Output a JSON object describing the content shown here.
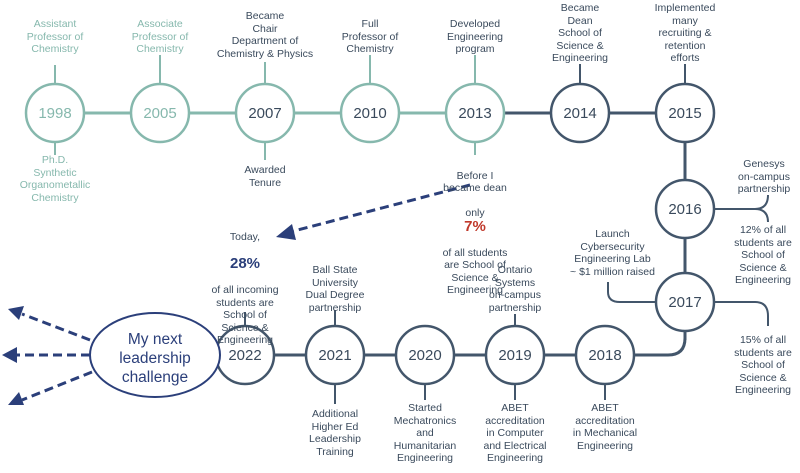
{
  "colors": {
    "faded": "#86b8ad",
    "dark": "#3a4a5c",
    "line": "#43566b",
    "accent_blue": "#2b3f7a",
    "accent_red": "#c0392b"
  },
  "milestones": [
    {
      "year": "1998",
      "above": "Assistant\nProfessor of\nChemistry",
      "below": "Ph.D.\nSynthetic\nOrganometallic\nChemistry"
    },
    {
      "year": "2005",
      "above": "Associate\nProfessor of\nChemistry"
    },
    {
      "year": "2007",
      "above": "Became\nChair\nDepartment of\nChemistry & Physics",
      "below": "Awarded\nTenure"
    },
    {
      "year": "2010",
      "above": "Full\nProfessor of\nChemistry"
    },
    {
      "year": "2013",
      "above": "Developed\nEngineering\nprogram",
      "below_pre": "Before I\nbecame dean",
      "below_only": "only",
      "below_pct": "7%",
      "below_post": "of all students\nare School of\nScience &\nEngineering"
    },
    {
      "year": "2014",
      "above": "Became\nDean\nSchool of\nScience &\nEngineering"
    },
    {
      "year": "2015",
      "above": "Implemented\nmany\nrecruiting &\nretention\nefforts"
    },
    {
      "year": "2016",
      "right_top": "Genesys\non-campus\npartnership",
      "right_bottom": "12% of all\nstudents are\nSchool of\nScience &\nEngineering"
    },
    {
      "year": "2017",
      "left": "Launch\nCybersecurity\nEngineering Lab\n~ $1 million raised",
      "right_bottom": "15% of all\nstudents are\nSchool of\nScience &\nEngineering"
    },
    {
      "year": "2018",
      "below": "ABET\naccreditation\nin Mechanical\nEngineering"
    },
    {
      "year": "2019",
      "above": "Ontario\nSystems\non-campus\npartnership",
      "below": "ABET\naccreditation\nin Computer\nand Electrical\nEngineering"
    },
    {
      "year": "2020",
      "below": "Started\nMechatronics\nand\nHumanitarian\nEngineering"
    },
    {
      "year": "2021",
      "above": "Ball State\nUniversity\nDual Degree\npartnership",
      "below": "Additional\nHigher Ed\nLeadership\nTraining"
    },
    {
      "year": "2022",
      "above_pre": "Today,",
      "above_pct": "28%",
      "above_post": "of all incoming\nstudents are\nSchool of\nScience &\nEngineering"
    }
  ],
  "next_node": {
    "label": "My next\nleadership\nchallenge"
  }
}
